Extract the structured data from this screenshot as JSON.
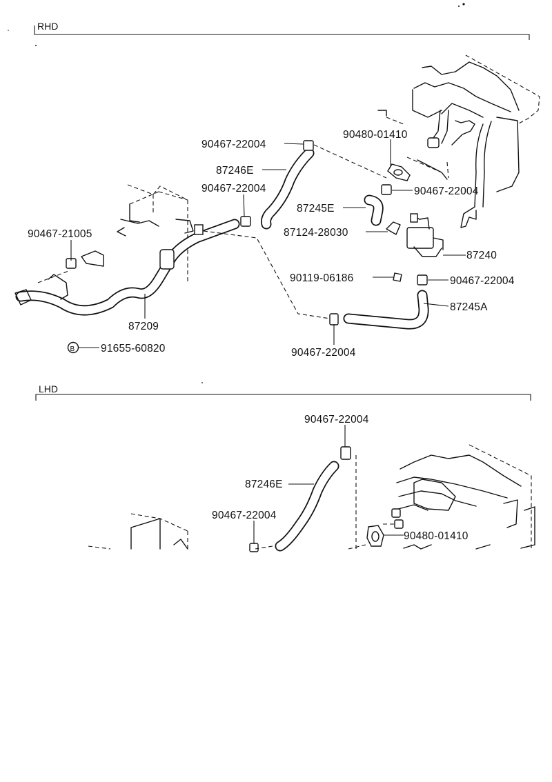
{
  "sections": {
    "rhd": {
      "heading": "RHD",
      "labels": {
        "clamp_top": "90467-22004",
        "hose_87246e": "87246E",
        "clamp_mid": "90467-22004",
        "grommet": "90480-01410",
        "clamp_right": "90467-22004",
        "hose_87245e": "87245E",
        "bracket": "87124-28030",
        "clip_left": "90467-21005",
        "valve": "87240",
        "bolt": "90119-06186",
        "clamp_low_right": "90467-22004",
        "hose_87245a": "87245A",
        "pipe": "87209",
        "clamp_bottom": "90467-22004",
        "nut_marker": "B",
        "nut": "91655-60820"
      }
    },
    "lhd": {
      "heading": "LHD",
      "labels": {
        "clamp_top": "90467-22004",
        "hose_87246e": "87246E",
        "clamp_mid": "90467-22004",
        "grommet": "90480-01410"
      }
    }
  }
}
